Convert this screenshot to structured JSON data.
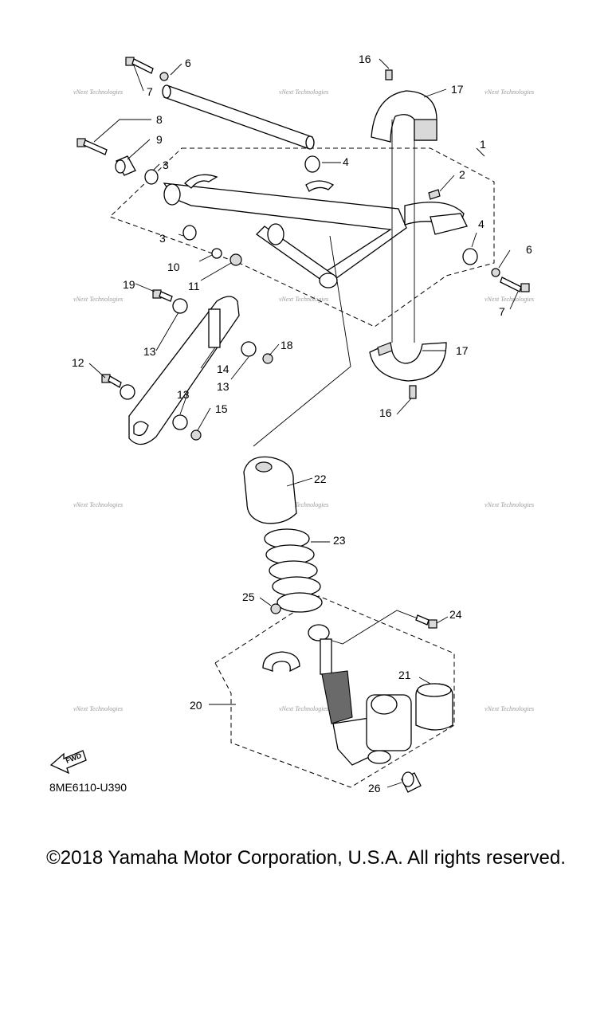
{
  "diagram": {
    "code": "8ME6110-U390",
    "fwd_label": "FWD",
    "watermark": "vNext Technologies",
    "callouts": [
      "1",
      "2",
      "3",
      "3",
      "4",
      "4",
      "6",
      "6",
      "7",
      "7",
      "8",
      "9",
      "10",
      "11",
      "12",
      "13",
      "13",
      "13",
      "14",
      "15",
      "16",
      "16",
      "17",
      "17",
      "18",
      "19",
      "20",
      "21",
      "22",
      "23",
      "24",
      "25",
      "26"
    ]
  },
  "footer": {
    "copyright": "©2018 Yamaha Motor Corporation, U.S.A. All rights reserved."
  }
}
